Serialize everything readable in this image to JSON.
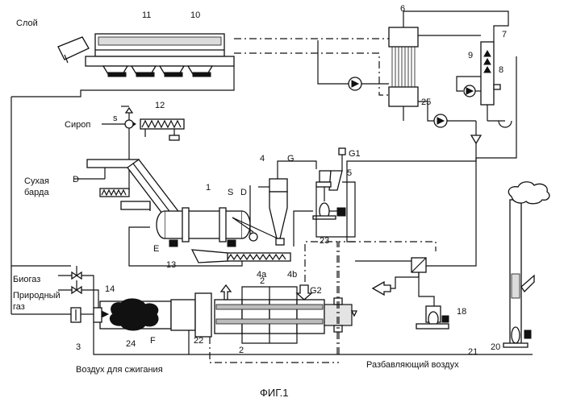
{
  "diagram": {
    "caption": "ФИГ.1",
    "labels": {
      "layer": "Слой",
      "syrup": "Сироп",
      "s": "s",
      "dry_stillage_1": "Сухая",
      "dry_stillage_2": "барда",
      "d_left": "D",
      "d_mid": "D",
      "s_dryer": "S",
      "e": "E",
      "f": "F",
      "g": "G",
      "g1": "G1",
      "g2": "G2",
      "biogas": "Биогаз",
      "natural_gas_1": "Природный",
      "natural_gas_2": "газ",
      "combustion_air": "Воздух для сжигания",
      "dilution_air": "Разбавляющий воздух"
    },
    "numbers": [
      "1",
      "2",
      "2",
      "3",
      "4",
      "4a",
      "4b",
      "5",
      "6",
      "7",
      "8",
      "9",
      "10",
      "11",
      "12",
      "13",
      "14",
      "18",
      "20",
      "21",
      "22",
      "23",
      "24",
      "25"
    ]
  }
}
